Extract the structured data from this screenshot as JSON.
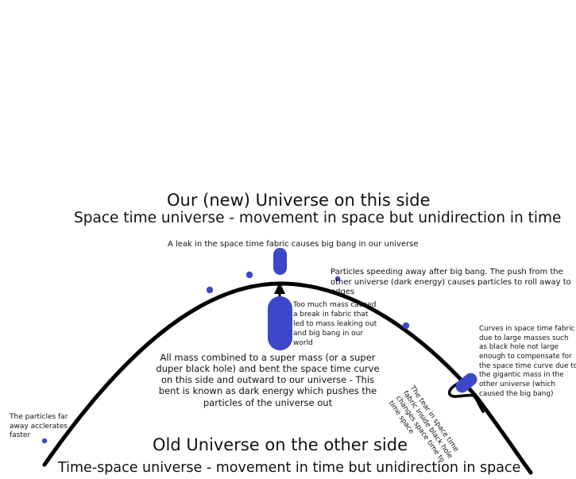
{
  "top": {
    "title": "Our (new) Universe on this side",
    "subtitle": "Space time universe - movement in space but unidirection in time"
  },
  "bottom": {
    "title": "Old Universe on the other side",
    "subtitle": "Time-space universe - movement in time but unidirection in space"
  },
  "annotations": {
    "leak": "A leak in the space time fabric causes big bang in our universe",
    "particles": "Particles speeding away after big bang. The push from the other universe (dark energy) causes particles to roll away to edges",
    "too_much_mass": "Too much mass caused a break in fabric that led to mass leaking out and big bang in our world",
    "all_mass": "All mass combined to a super mass (or a super duper black hole) and bent the space time curve on this side and outward to our universe - This bent is known as dark energy which pushes the particles of the universe out",
    "curves": "Curves in space time fabric due to large masses such as black hole not large enough to compensate for the space time curve due to the gigantic mass in the other universe (which caused the big bang)",
    "tear": "The tear in space time fabric inside black hole changes space time to time space",
    "far_particles": "The particles far away acclerates faster"
  },
  "colors": {
    "curve": "#000000",
    "mass": "#3c47c9",
    "text": "#111111"
  }
}
